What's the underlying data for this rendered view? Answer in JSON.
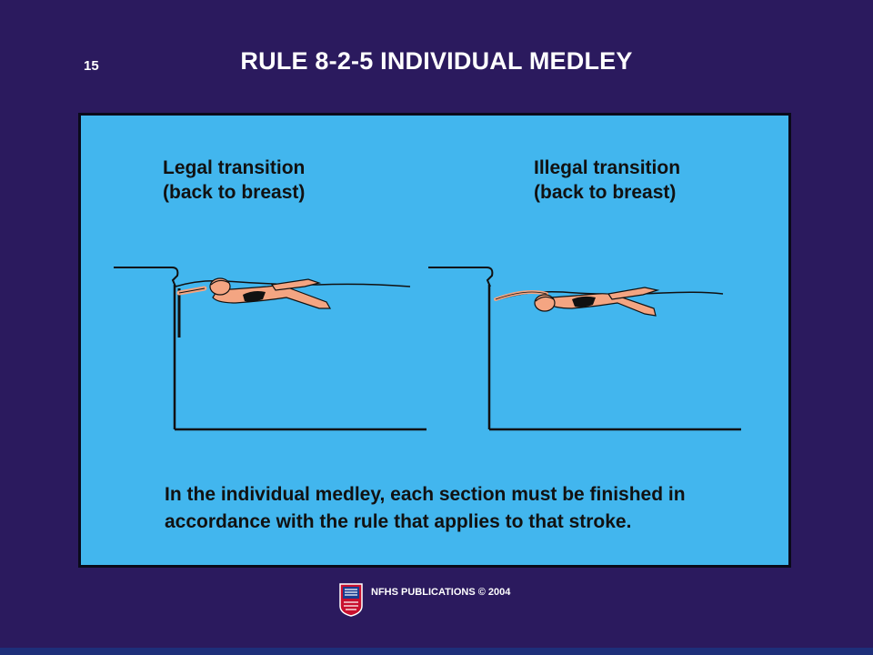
{
  "slide": {
    "number": "15",
    "title": "RULE 8-2-5 INDIVIDUAL MEDLEY"
  },
  "panel": {
    "legal_caption": "Legal transition\n(back to breast)",
    "illegal_caption": "Illegal transition\n(back to breast)",
    "body_text": "In the individual medley, each section must be finished in accordance with the rule that applies to that stroke."
  },
  "footer": {
    "publisher": "NFHS PUBLICATIONS © 2004",
    "logo_icon": "nfhs-logo-icon"
  },
  "colors": {
    "background": "#2b1a5e",
    "panel": "#42b6ee",
    "swimmer_skin": "#f4a582",
    "swimsuit": "#111111"
  }
}
